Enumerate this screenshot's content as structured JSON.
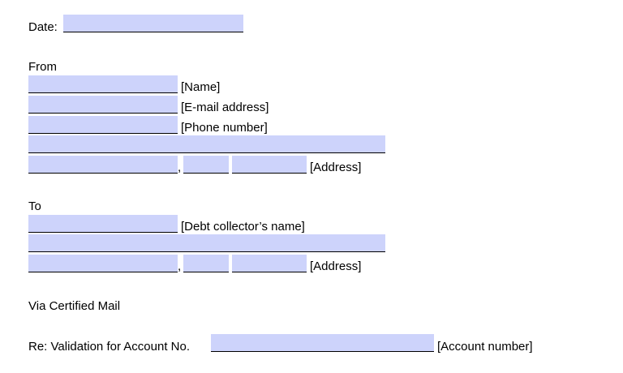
{
  "date": {
    "label": "Date:",
    "value": ""
  },
  "from": {
    "heading": "From",
    "name_hint": "[Name]",
    "email_hint": "[E-mail address]",
    "phone_hint": "[Phone number]",
    "address_hint": "[Address]",
    "name_value": "",
    "email_value": "",
    "phone_value": "",
    "street_value": "",
    "city_value": "",
    "state_value": "",
    "zip_value": ""
  },
  "to": {
    "heading": "To",
    "collector_hint": "[Debt collector’s name]",
    "address_hint": "[Address]",
    "collector_value": "",
    "street_value": "",
    "city_value": "",
    "state_value": "",
    "zip_value": ""
  },
  "delivery": {
    "text": "Via Certified Mail"
  },
  "re": {
    "label": "Re: Validation for Account No.",
    "hint": "[Account number]",
    "value": ""
  },
  "colors": {
    "field_fill": "#cdd3fb",
    "underline": "#000000",
    "text": "#000000"
  }
}
